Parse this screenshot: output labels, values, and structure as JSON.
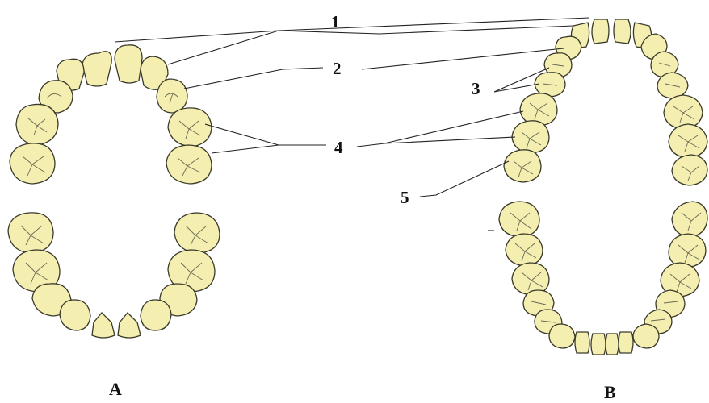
{
  "labels": {
    "one": "1",
    "two": "2",
    "three": "3",
    "four": "4",
    "five": "5"
  },
  "captions": {
    "a": "A",
    "b": "B"
  },
  "colors": {
    "tooth_fill": "#f4eeb0",
    "outline": "#3a3a2a",
    "text": "#111111"
  }
}
